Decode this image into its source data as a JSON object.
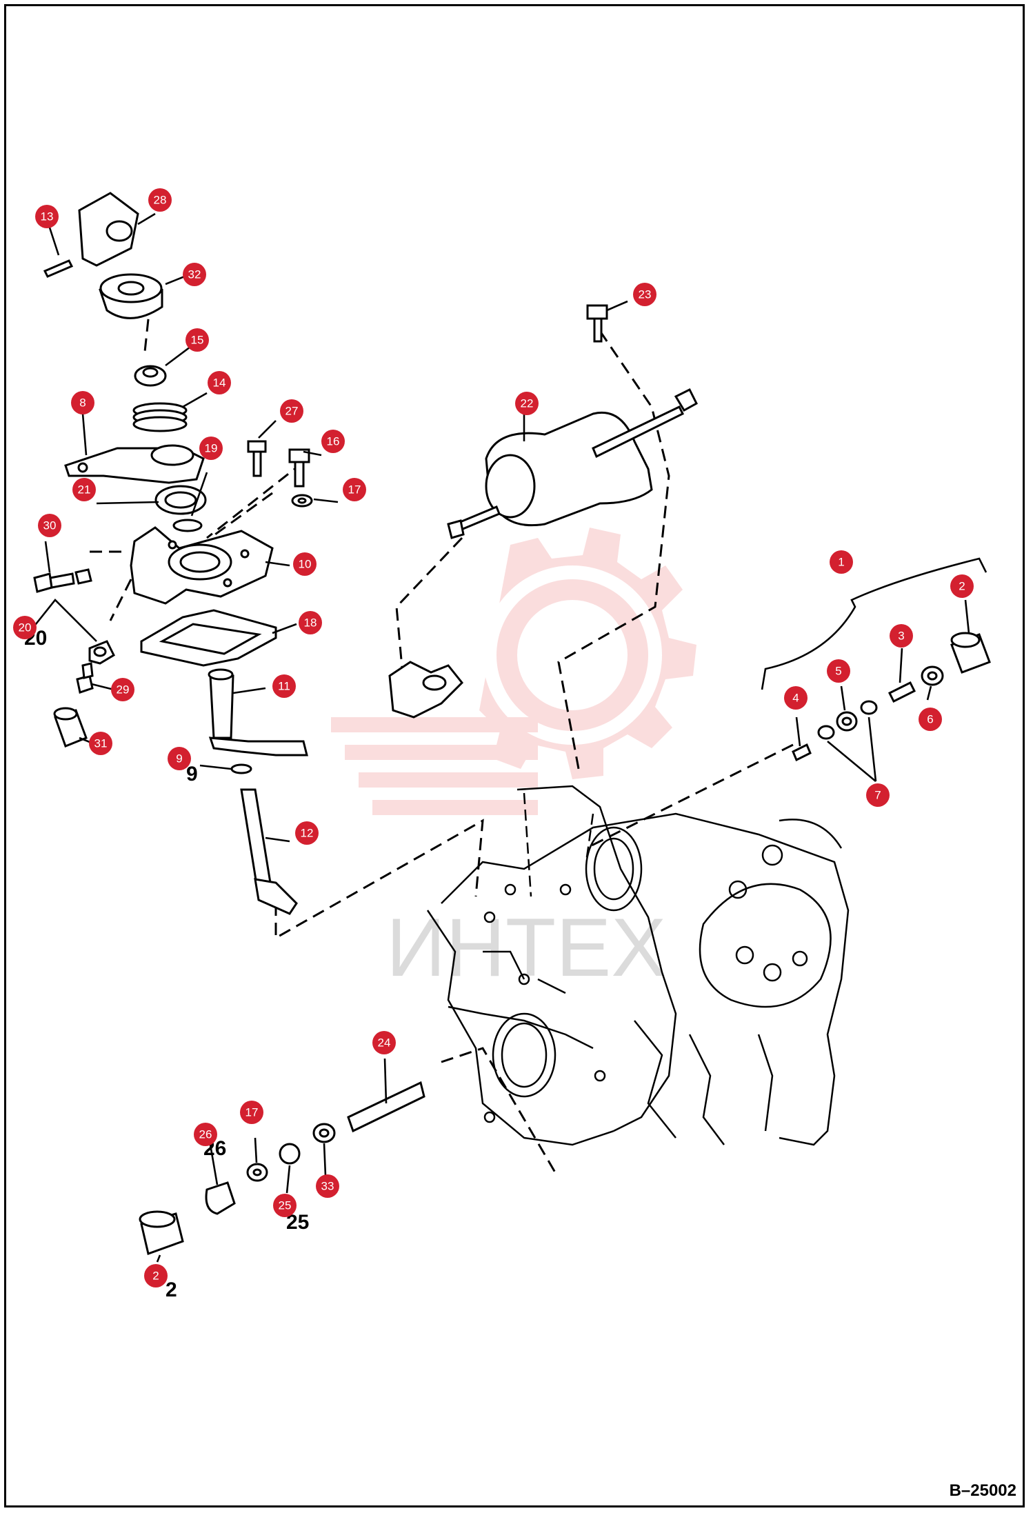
{
  "diagram": {
    "document_code": "B–25002",
    "watermark_text": "ИНТЕХ",
    "watermark_color": "#e84a4a",
    "callout_color": "#d3202f",
    "callouts": [
      {
        "id": "c13",
        "label": "13"
      },
      {
        "id": "c28",
        "label": "28"
      },
      {
        "id": "c32",
        "label": "32"
      },
      {
        "id": "c15",
        "label": "15"
      },
      {
        "id": "c14",
        "label": "14"
      },
      {
        "id": "c8",
        "label": "8"
      },
      {
        "id": "c27",
        "label": "27"
      },
      {
        "id": "c16",
        "label": "16"
      },
      {
        "id": "c19",
        "label": "19"
      },
      {
        "id": "c21",
        "label": "21"
      },
      {
        "id": "c17a",
        "label": "17"
      },
      {
        "id": "c30",
        "label": "30"
      },
      {
        "id": "c10",
        "label": "10"
      },
      {
        "id": "c18",
        "label": "18"
      },
      {
        "id": "c20",
        "label": "20"
      },
      {
        "id": "c29",
        "label": "29"
      },
      {
        "id": "c11",
        "label": "11"
      },
      {
        "id": "c31",
        "label": "31"
      },
      {
        "id": "c9",
        "label": "9"
      },
      {
        "id": "c12",
        "label": "12"
      },
      {
        "id": "c22",
        "label": "22"
      },
      {
        "id": "c23",
        "label": "23"
      },
      {
        "id": "c1",
        "label": "1"
      },
      {
        "id": "c2a",
        "label": "2"
      },
      {
        "id": "c3",
        "label": "3"
      },
      {
        "id": "c5",
        "label": "5"
      },
      {
        "id": "c4",
        "label": "4"
      },
      {
        "id": "c6",
        "label": "6"
      },
      {
        "id": "c7",
        "label": "7"
      },
      {
        "id": "c24",
        "label": "24"
      },
      {
        "id": "c17b",
        "label": "17"
      },
      {
        "id": "c26",
        "label": "26"
      },
      {
        "id": "c25",
        "label": "25"
      },
      {
        "id": "c33",
        "label": "33"
      },
      {
        "id": "c2b",
        "label": "2"
      }
    ],
    "printed_numbers": {
      "n9": "9",
      "n25": "25",
      "n2": "2",
      "n26": "26",
      "n20": "20"
    }
  }
}
